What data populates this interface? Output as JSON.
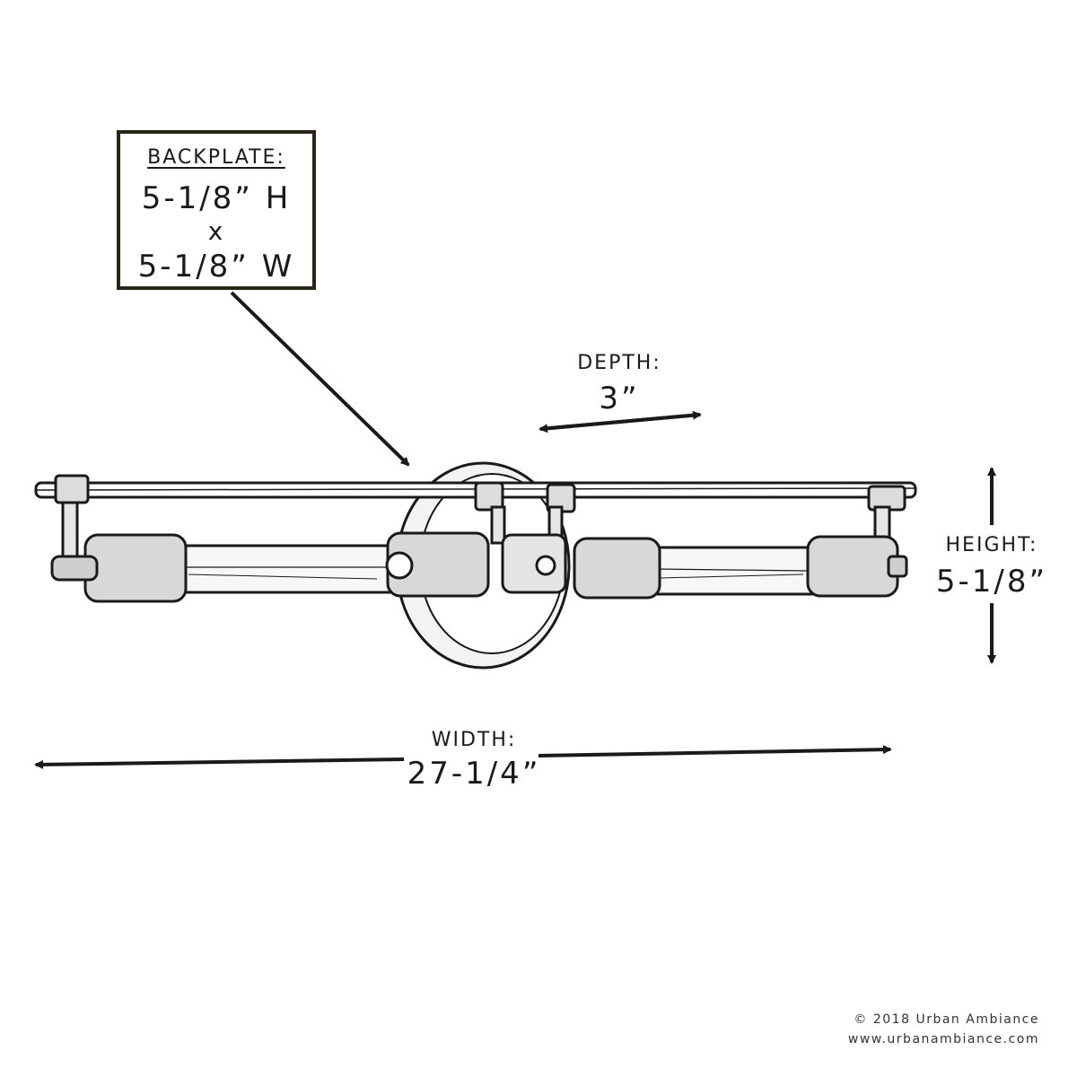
{
  "backplate": {
    "title": "BACKPLATE:",
    "height": "5-1/8” H",
    "times": "x",
    "width": "5-1/8” W"
  },
  "depth": {
    "label": "DEPTH:",
    "value": "3”"
  },
  "height": {
    "label": "HEIGHT:",
    "value": "5-1/8”"
  },
  "width": {
    "label": "WIDTH:",
    "value": "27-1/4”"
  },
  "footer": {
    "copyright": "© 2018 Urban Ambiance",
    "url": "www.urbanambiance.com"
  },
  "colors": {
    "ink": "#1a1a1a",
    "box_border": "#2a2415",
    "background": "#ffffff"
  }
}
